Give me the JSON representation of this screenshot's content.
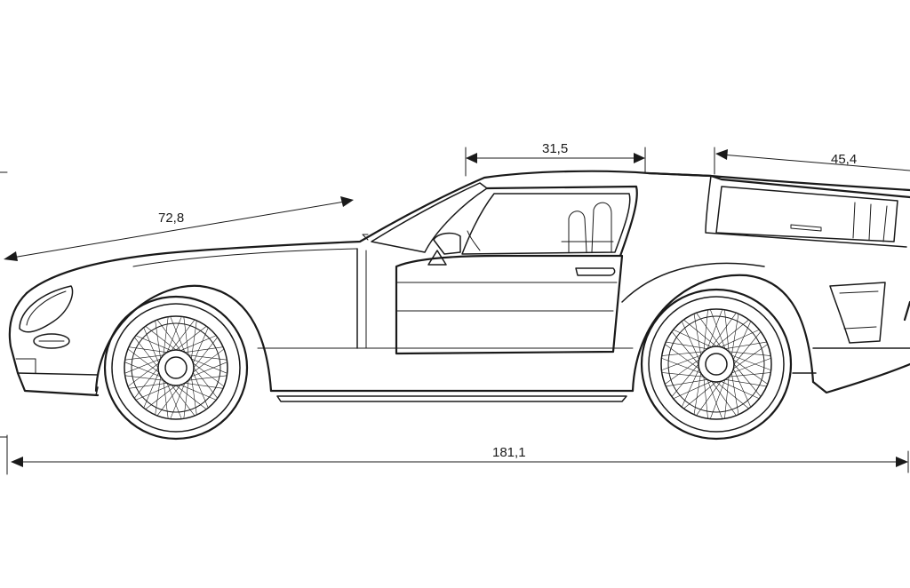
{
  "dimensions": {
    "overhang_front": "72,8",
    "roof": "31,5",
    "rear_window": "45,4",
    "overall_length": "181,1"
  }
}
